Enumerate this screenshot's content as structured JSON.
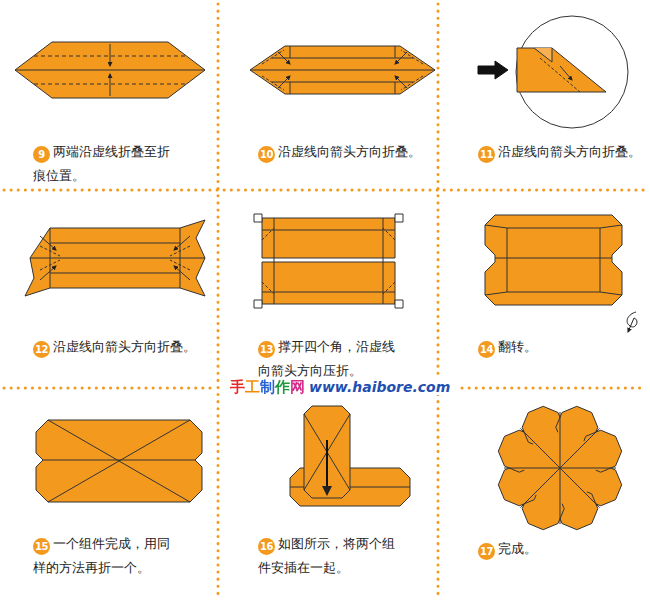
{
  "diagram": {
    "nodes": [
      {
        "text": [
          "9"
        ]
      },
      {
        "text": [
          "10"
        ]
      },
      {
        "text": [
          "11"
        ]
      },
      {
        "text": [
          "12"
        ]
      },
      {
        "text": [
          "13"
        ]
      },
      {
        "text": [
          "14"
        ]
      },
      {
        "text": [
          "15"
        ]
      },
      {
        "text": [
          "16"
        ]
      },
      {
        "text": [
          "17"
        ]
      }
    ],
    "labels": [
      "两端沿虚线折叠至折痕位置。",
      "沿虚线向箭头方向折叠。",
      "沿虚线向箭头方向折叠。",
      "沿虚线向箭头方向折叠。",
      "撑开四个角，沿虚线向箭头方向压折。",
      "翻转。",
      "一个组件完成，用同样的方法再折一个。",
      "如图所示，将两个组件安插在一起。",
      "完成。",
      "手工制作网",
      "www.haibore.com"
    ]
  }
}
